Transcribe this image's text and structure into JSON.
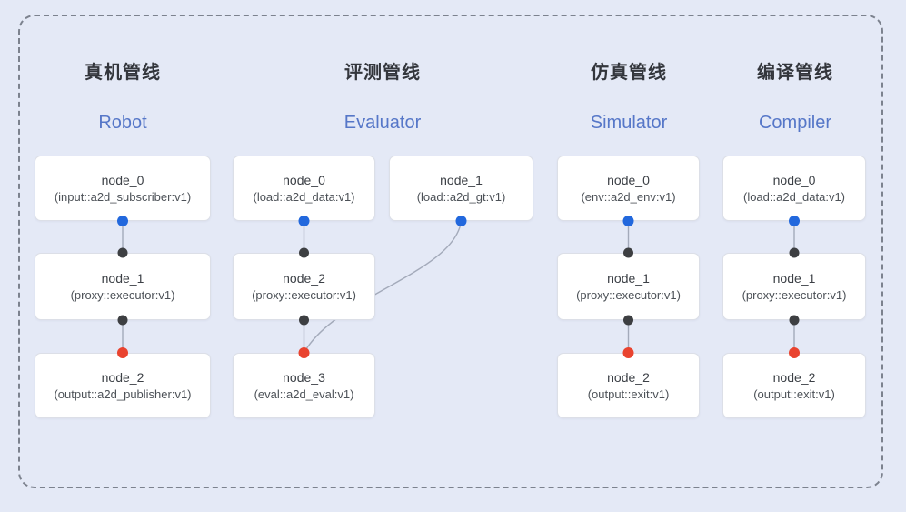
{
  "pipelines": [
    {
      "title_zh": "真机管线",
      "title_en": "Robot",
      "nodes": [
        {
          "name": "node_0",
          "type": "(input::a2d_subscriber:v1)"
        },
        {
          "name": "node_1",
          "type": "(proxy::executor:v1)"
        },
        {
          "name": "node_2",
          "type": "(output::a2d_publisher:v1)"
        }
      ]
    },
    {
      "title_zh": "评测管线",
      "title_en": "Evaluator",
      "nodes": [
        {
          "name": "node_0",
          "type": "(load::a2d_data:v1)"
        },
        {
          "name": "node_1",
          "type": "(load::a2d_gt:v1)"
        },
        {
          "name": "node_2",
          "type": "(proxy::executor:v1)"
        },
        {
          "name": "node_3",
          "type": "(eval::a2d_eval:v1)"
        }
      ]
    },
    {
      "title_zh": "仿真管线",
      "title_en": "Simulator",
      "nodes": [
        {
          "name": "node_0",
          "type": "(env::a2d_env:v1)"
        },
        {
          "name": "node_1",
          "type": "(proxy::executor:v1)"
        },
        {
          "name": "node_2",
          "type": "(output::exit:v1)"
        }
      ]
    },
    {
      "title_zh": "编译管线",
      "title_en": "Compiler",
      "nodes": [
        {
          "name": "node_0",
          "type": "(load::a2d_data:v1)"
        },
        {
          "name": "node_1",
          "type": "(proxy::executor:v1)"
        },
        {
          "name": "node_2",
          "type": "(output::exit:v1)"
        }
      ]
    }
  ],
  "colors": {
    "background": "#e4e9f6",
    "frame_dash": "#7c828e",
    "header_zh": "#33363c",
    "header_en": "#5677c8",
    "node_bg": "#ffffff",
    "node_border": "#dcdfe7",
    "node_title": "#3c4046",
    "node_sub": "#4c5157",
    "edge": "#a3aaba",
    "port_blue": "#2268dd",
    "port_black": "#3d3f42",
    "port_red": "#e9432f"
  }
}
